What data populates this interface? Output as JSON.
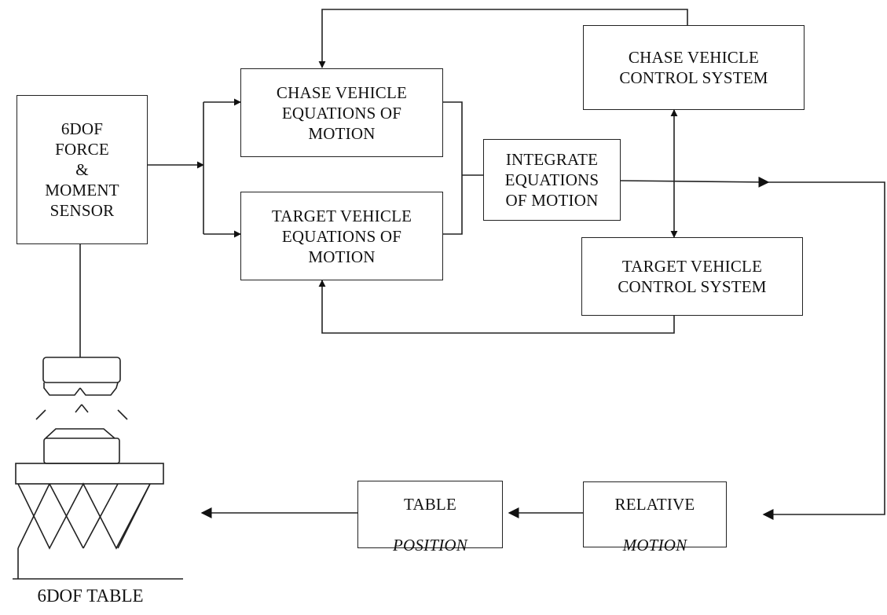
{
  "blocks": {
    "sensor": "6DOF\nFORCE\n&\nMOMENT\nSENSOR",
    "chase_eom": "CHASE VEHICLE\nEQUATIONS OF\nMOTION",
    "target_eom": "TARGET VEHICLE\nEQUATIONS OF\nMOTION",
    "integrate": "INTEGRATE\nEQUATIONS\nOF MOTION",
    "chase_control": "CHASE VEHICLE\nCONTROL SYSTEM",
    "target_control": "TARGET VEHICLE\nCONTROL SYSTEM",
    "relative_motion_line1": "RELATIVE",
    "relative_motion_line2": "MOTION",
    "table_position_line1": "TABLE",
    "table_position_line2": "POSITION"
  },
  "caption": "6DOF TABLE"
}
